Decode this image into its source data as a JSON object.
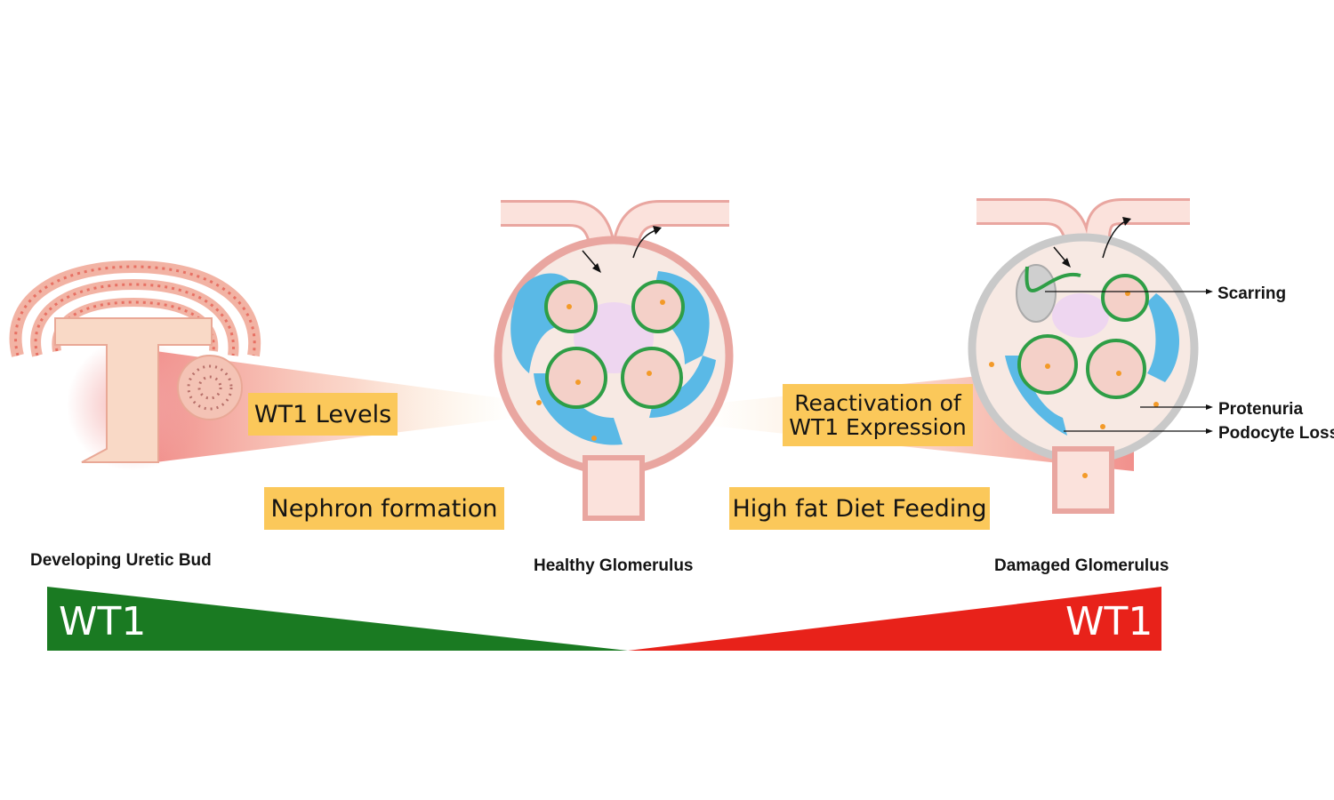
{
  "labels": {
    "wt1_levels": "WT1 Levels",
    "nephron_formation": "Nephron formation",
    "reactivation_line1": "Reactivation of",
    "reactivation_line2": "WT1 Expression",
    "high_fat": "High fat Diet Feeding"
  },
  "captions": {
    "developing": "Developing Uretic Bud",
    "healthy": "Healthy Glomerulus",
    "damaged": "Damaged Glomerulus"
  },
  "annotations": {
    "scarring": "Scarring",
    "protenuria": "Protenuria",
    "podocyte": "Podocyte Loss"
  },
  "gradient_bar": {
    "left_label": "WT1",
    "right_label": "WT1",
    "left_color": "#1a7a22",
    "right_color": "#e8221a"
  }
}
